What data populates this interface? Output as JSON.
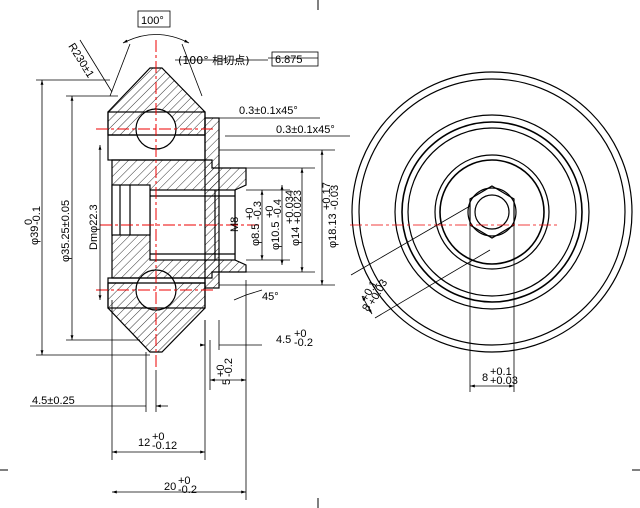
{
  "drawing": {
    "angle_box": "100°",
    "tangent_note": "(100° 相切点)",
    "tangent_value": "6.875",
    "radius_label": "R230±1",
    "chamfer_outer": "0.3±0.1x45°",
    "chamfer_inner": "0.3±0.1x45°",
    "chamfer_45": "45°",
    "dia_outer": "φ39",
    "dia_outer_tol_upper": "0",
    "dia_outer_tol_lower": "-0.1",
    "dia_groove": "φ35.25±0.05",
    "dia_pitch": "Dmφ22.3",
    "thread": "M8",
    "dia_bore": "φ8.5",
    "dia_bore_tol_upper": "+0",
    "dia_bore_tol_lower": "-0.3",
    "dia_boss": "φ10.5",
    "dia_boss_tol_upper": "+0",
    "dia_boss_tol_lower": "-0.4",
    "dia_14": "φ14",
    "dia_14_tol_upper": "+0.034",
    "dia_14_tol_lower": "+0.023",
    "dia_1813": "φ18.13",
    "dia_1813_tol_upper": "+0.17",
    "dia_1813_tol_lower": "-0.03",
    "hex_side": "8",
    "hex_side_tol_upper": "+0.1",
    "hex_side_tol_lower": "+0.03",
    "width_45": "4.5",
    "width_45_tol_upper": "+0",
    "width_45_tol_lower": "-0.2",
    "width_5": "5",
    "width_5_tol_upper": "+0",
    "width_5_tol_lower": "-0.2",
    "offset_45": "4.5±0.25",
    "width_12": "12",
    "width_12_tol_upper": "+0",
    "width_12_tol_lower": "-0.12",
    "width_20": "20",
    "width_20_tol_upper": "+0",
    "width_20_tol_lower": "-0.2",
    "hex_front": "8",
    "hex_front_tol_upper": "+0.1",
    "hex_front_tol_lower": "+0.03"
  }
}
